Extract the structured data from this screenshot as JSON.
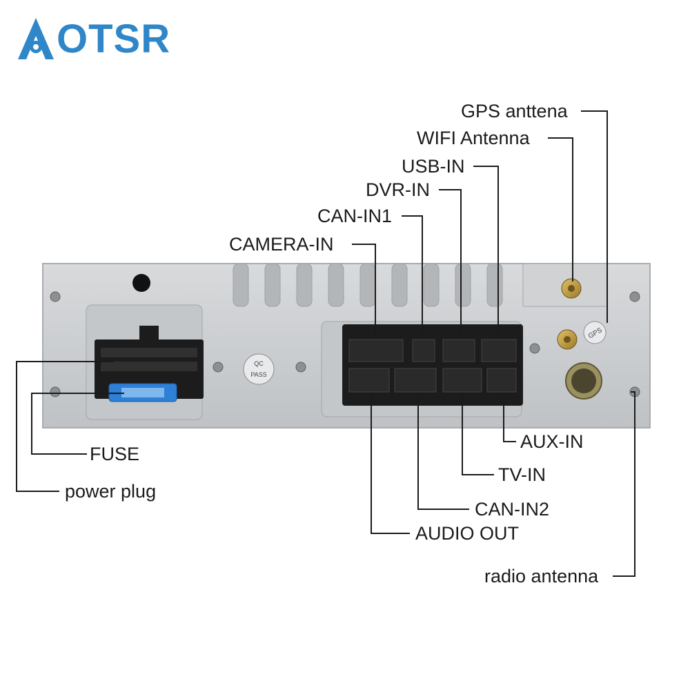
{
  "brand": {
    "logo_text": "OTSR"
  },
  "panel": {
    "stamp_line1": "QC",
    "stamp_line2": "PASS",
    "gps_mark": "GPS"
  },
  "labels": {
    "gps_antenna": "GPS anttena",
    "wifi_antenna": "WIFI Antenna",
    "usb_in": "USB-IN",
    "dvr_in": "DVR-IN",
    "can_in1": "CAN-IN1",
    "camera_in": "CAMERA-IN",
    "fuse": "FUSE",
    "power_plug": "power plug",
    "aux_in": "AUX-IN",
    "tv_in": "TV-IN",
    "can_in2": "CAN-IN2",
    "audio_out": "AUDIO OUT",
    "radio_antenna": "radio antenna"
  },
  "colors": {
    "brand_blue": "#2f86c8",
    "panel_silver": "#c9cbcd",
    "connector_black": "#1c1c1c",
    "fuse_blue": "#2e7fd6",
    "antenna_gold": "#b9953a"
  }
}
